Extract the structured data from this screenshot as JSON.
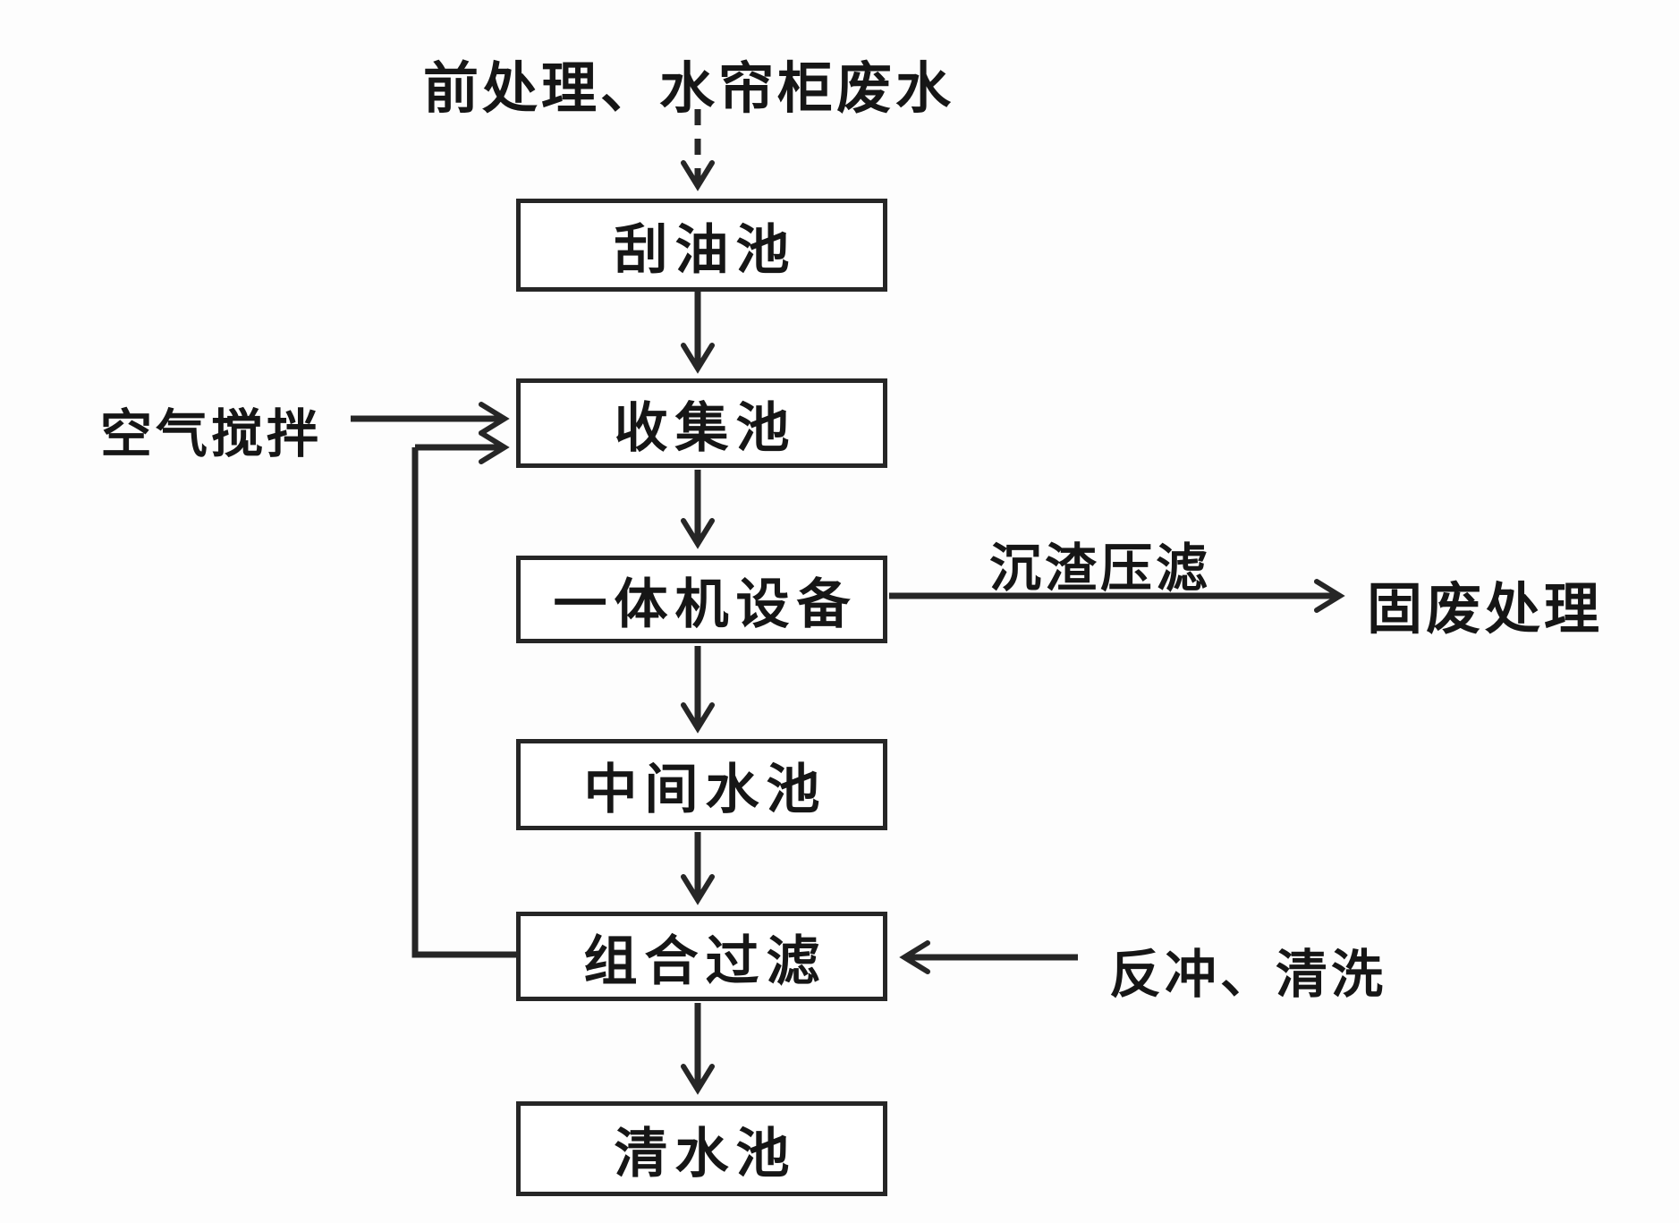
{
  "diagram": {
    "source_label": "前处理、水帘柜废水",
    "nodes": [
      {
        "id": "oil-scraping-tank",
        "label": "刮油池"
      },
      {
        "id": "collection-tank",
        "label": "收集池"
      },
      {
        "id": "integrated-machine",
        "label": "一体机设备"
      },
      {
        "id": "intermediate-tank",
        "label": "中间水池"
      },
      {
        "id": "combined-filter",
        "label": "组合过滤"
      },
      {
        "id": "clean-water-tank",
        "label": "清水池"
      }
    ],
    "annotations": {
      "air_agitation": "空气搅拌",
      "sludge_press_filtration": "沉渣压滤",
      "solid_waste_treatment": "固废处理",
      "backwash_cleaning": "反冲、清洗"
    },
    "edges": [
      {
        "from": "source-label",
        "to": "oil-scraping-tank",
        "style": "dashed"
      },
      {
        "from": "oil-scraping-tank",
        "to": "collection-tank",
        "style": "solid"
      },
      {
        "from": "air-agitation",
        "to": "collection-tank",
        "style": "solid"
      },
      {
        "from": "collection-tank",
        "to": "integrated-machine",
        "style": "solid"
      },
      {
        "from": "integrated-machine",
        "to": "solid-waste-treatment",
        "style": "solid",
        "label": "沉渣压滤"
      },
      {
        "from": "integrated-machine",
        "to": "intermediate-tank",
        "style": "solid"
      },
      {
        "from": "intermediate-tank",
        "to": "combined-filter",
        "style": "solid"
      },
      {
        "from": "backwash-cleaning",
        "to": "combined-filter",
        "style": "solid"
      },
      {
        "from": "combined-filter",
        "to": "collection-tank",
        "style": "solid",
        "note": "feedback loop"
      },
      {
        "from": "combined-filter",
        "to": "clean-water-tank",
        "style": "solid"
      }
    ],
    "colors": {
      "line": "#262626",
      "node_fill": "#ffffff",
      "background": "#fdfdfd",
      "text": "#161616"
    }
  }
}
